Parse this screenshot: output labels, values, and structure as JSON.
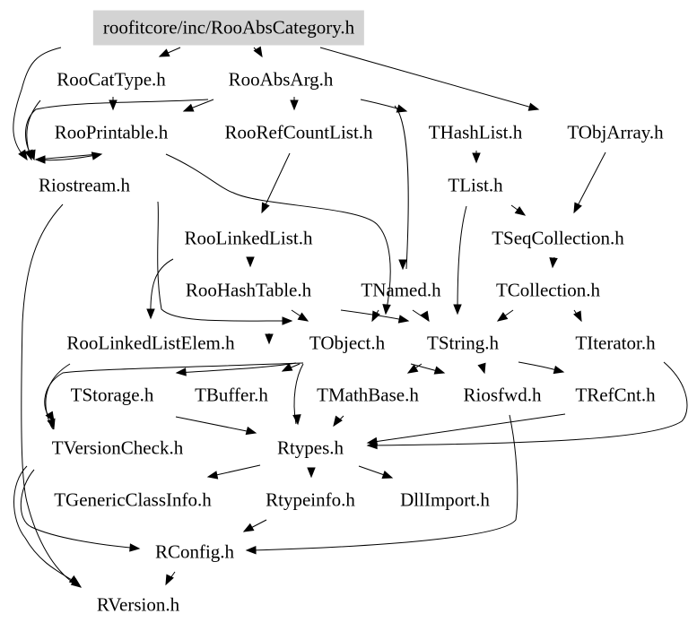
{
  "diagram": {
    "title": "roofitcore/inc/RooAbsCategory.h",
    "highlight_color": "#d3d3d3",
    "nodes": [
      {
        "id": "root",
        "label": "roofitcore/inc/RooAbsCategory.h"
      },
      {
        "id": "RooCatType",
        "label": "RooCatType.h"
      },
      {
        "id": "RooAbsArg",
        "label": "RooAbsArg.h"
      },
      {
        "id": "RooPrintable",
        "label": "RooPrintable.h"
      },
      {
        "id": "RooRefCountList",
        "label": "RooRefCountList.h"
      },
      {
        "id": "THashList",
        "label": "THashList.h"
      },
      {
        "id": "TObjArray",
        "label": "TObjArray.h"
      },
      {
        "id": "Riostream",
        "label": "Riostream.h"
      },
      {
        "id": "TList",
        "label": "TList.h"
      },
      {
        "id": "RooLinkedList",
        "label": "RooLinkedList.h"
      },
      {
        "id": "TSeqCollection",
        "label": "TSeqCollection.h"
      },
      {
        "id": "RooHashTable",
        "label": "RooHashTable.h"
      },
      {
        "id": "TNamed",
        "label": "TNamed.h"
      },
      {
        "id": "TCollection",
        "label": "TCollection.h"
      },
      {
        "id": "RooLinkedListElem",
        "label": "RooLinkedListElem.h"
      },
      {
        "id": "TObject",
        "label": "TObject.h"
      },
      {
        "id": "TString",
        "label": "TString.h"
      },
      {
        "id": "TIterator",
        "label": "TIterator.h"
      },
      {
        "id": "TStorage",
        "label": "TStorage.h"
      },
      {
        "id": "TBuffer",
        "label": "TBuffer.h"
      },
      {
        "id": "TMathBase",
        "label": "TMathBase.h"
      },
      {
        "id": "Riosfwd",
        "label": "Riosfwd.h"
      },
      {
        "id": "TRefCnt",
        "label": "TRefCnt.h"
      },
      {
        "id": "TVersionCheck",
        "label": "TVersionCheck.h"
      },
      {
        "id": "Rtypes",
        "label": "Rtypes.h"
      },
      {
        "id": "TGenericClassInfo",
        "label": "TGenericClassInfo.h"
      },
      {
        "id": "Rtypeinfo",
        "label": "Rtypeinfo.h"
      },
      {
        "id": "DllImport",
        "label": "DllImport.h"
      },
      {
        "id": "RConfig",
        "label": "RConfig.h"
      },
      {
        "id": "RVersion",
        "label": "RVersion.h"
      }
    ],
    "edges": [
      {
        "from": "root",
        "to": "RooCatType"
      },
      {
        "from": "root",
        "to": "RooAbsArg"
      },
      {
        "from": "root",
        "to": "Riostream"
      },
      {
        "from": "root",
        "to": "TObjArray"
      },
      {
        "from": "RooCatType",
        "to": "RooPrintable"
      },
      {
        "from": "RooCatType",
        "to": "Riostream"
      },
      {
        "from": "RooAbsArg",
        "to": "RooPrintable"
      },
      {
        "from": "RooAbsArg",
        "to": "RooRefCountList"
      },
      {
        "from": "RooAbsArg",
        "to": "THashList"
      },
      {
        "from": "RooAbsArg",
        "to": "TNamed"
      },
      {
        "from": "RooAbsArg",
        "to": "Riostream"
      },
      {
        "from": "RooPrintable",
        "to": "Riostream"
      },
      {
        "from": "RooPrintable",
        "to": "TString"
      },
      {
        "from": "RooRefCountList",
        "to": "RooLinkedList"
      },
      {
        "from": "THashList",
        "to": "TList"
      },
      {
        "from": "TObjArray",
        "to": "TSeqCollection"
      },
      {
        "from": "TList",
        "to": "TSeqCollection"
      },
      {
        "from": "TList",
        "to": "TString"
      },
      {
        "from": "Riostream",
        "to": "RooPrintable"
      },
      {
        "from": "Riostream",
        "to": "RVersion"
      },
      {
        "from": "RooLinkedList",
        "to": "RooHashTable"
      },
      {
        "from": "RooLinkedList",
        "to": "RooLinkedListElem"
      },
      {
        "from": "RooLinkedList",
        "to": "TObject"
      },
      {
        "from": "TSeqCollection",
        "to": "TCollection"
      },
      {
        "from": "RooHashTable",
        "to": "TObject"
      },
      {
        "from": "RooHashTable",
        "to": "TString"
      },
      {
        "from": "TNamed",
        "to": "TObject"
      },
      {
        "from": "TNamed",
        "to": "TString"
      },
      {
        "from": "TCollection",
        "to": "TString"
      },
      {
        "from": "TCollection",
        "to": "TIterator"
      },
      {
        "from": "RooLinkedListElem",
        "to": "TObject"
      },
      {
        "from": "RooLinkedListElem",
        "to": "TVersionCheck"
      },
      {
        "from": "TObject",
        "to": "TStorage"
      },
      {
        "from": "TObject",
        "to": "TBuffer"
      },
      {
        "from": "TObject",
        "to": "Rtypes"
      },
      {
        "from": "TObject",
        "to": "Riosfwd"
      },
      {
        "from": "TObject",
        "to": "TVersionCheck"
      },
      {
        "from": "TString",
        "to": "TMathBase"
      },
      {
        "from": "TString",
        "to": "Riosfwd"
      },
      {
        "from": "TString",
        "to": "TRefCnt"
      },
      {
        "from": "TIterator",
        "to": "Rtypes"
      },
      {
        "from": "TStorage",
        "to": "Rtypes"
      },
      {
        "from": "TMathBase",
        "to": "Rtypes"
      },
      {
        "from": "Riosfwd",
        "to": "RConfig"
      },
      {
        "from": "TRefCnt",
        "to": "Rtypes"
      },
      {
        "from": "TVersionCheck",
        "to": "RConfig"
      },
      {
        "from": "TVersionCheck",
        "to": "RVersion"
      },
      {
        "from": "Rtypes",
        "to": "TGenericClassInfo"
      },
      {
        "from": "Rtypes",
        "to": "Rtypeinfo"
      },
      {
        "from": "Rtypes",
        "to": "DllImport"
      },
      {
        "from": "Rtypeinfo",
        "to": "RConfig"
      },
      {
        "from": "RConfig",
        "to": "RVersion"
      }
    ]
  }
}
